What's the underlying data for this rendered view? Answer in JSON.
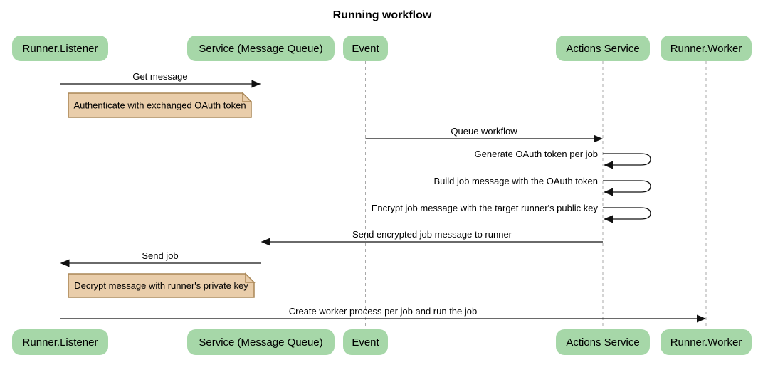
{
  "diagram": {
    "type": "sequence-diagram",
    "title": "Running workflow"
  },
  "colors": {
    "participant_fill": "#a6d7a8",
    "note_fill": "#e9cdaa",
    "note_border": "#aa8756",
    "lifeline": "#a9a9a9",
    "arrow": "#111111",
    "background": "#ffffff"
  },
  "participants": [
    {
      "id": "runner-listener",
      "label": "Runner.Listener"
    },
    {
      "id": "service-message-queue",
      "label": "Service (Message Queue)"
    },
    {
      "id": "event",
      "label": "Event"
    },
    {
      "id": "actions-service",
      "label": "Actions Service"
    },
    {
      "id": "runner-worker",
      "label": "Runner.Worker"
    }
  ],
  "messages": [
    {
      "from": "Runner.Listener",
      "to": "Service (Message Queue)",
      "label": "Get message",
      "type": "arrow-right"
    },
    {
      "from": "Event",
      "to": "Actions Service",
      "label": "Queue workflow",
      "type": "arrow-right"
    },
    {
      "from": "Actions Service",
      "to": "Actions Service",
      "label": "Generate OAuth token per job",
      "type": "self-loop"
    },
    {
      "from": "Actions Service",
      "to": "Actions Service",
      "label": "Build job message with the OAuth token",
      "type": "self-loop"
    },
    {
      "from": "Actions Service",
      "to": "Actions Service",
      "label": "Encrypt job message with the target runner's public key",
      "type": "self-loop"
    },
    {
      "from": "Actions Service",
      "to": "Service (Message Queue)",
      "label": "Send encrypted job message to runner",
      "type": "arrow-left"
    },
    {
      "from": "Service (Message Queue)",
      "to": "Runner.Listener",
      "label": "Send job",
      "type": "arrow-left"
    },
    {
      "from": "Runner.Listener",
      "to": "Runner.Worker",
      "label": "Create worker process per job and run the job",
      "type": "arrow-right"
    }
  ],
  "notes": [
    {
      "over": "Runner.Listener / Service (Message Queue)",
      "text": "Authenticate with exchanged OAuth token"
    },
    {
      "over": "Runner.Listener / Service (Message Queue)",
      "text": "Decrypt message with runner's private key"
    }
  ]
}
